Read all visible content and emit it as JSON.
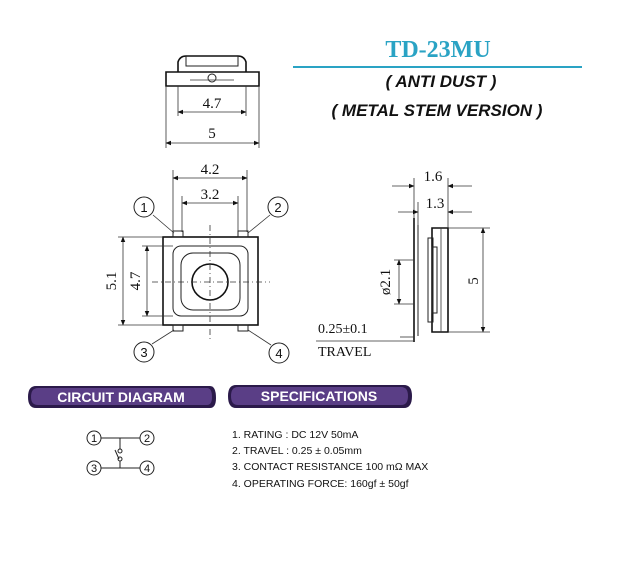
{
  "title": "TD-23MU",
  "subtitle1": "( ANTI DUST )",
  "subtitle2": "( METAL STEM VERSION )",
  "colors": {
    "title": "#2aa3c4",
    "badge_fill": "#5a3e86",
    "badge_edge": "#2b1a4a",
    "lines": "#222222"
  },
  "top_view": {
    "dim_inner": "4.7",
    "dim_outer": "5"
  },
  "front_view": {
    "dim_top_outer": "4.2",
    "dim_top_inner": "3.2",
    "dim_left_outer": "5.1",
    "dim_left_inner": "4.7",
    "pins": [
      "1",
      "2",
      "3",
      "4"
    ]
  },
  "side_view": {
    "dim_top1": "1.6",
    "dim_top2": "1.3",
    "dim_diameter": "ø2.1",
    "dim_height": "5",
    "travel_value": "0.25±0.1",
    "travel_label": "TRAVEL"
  },
  "circuit": {
    "heading": "CIRCUIT DIAGRAM",
    "pins": [
      "1",
      "2",
      "3",
      "4"
    ]
  },
  "specs": {
    "heading": "SPECIFICATIONS",
    "items": [
      "1. RATING : DC 12V 50mA",
      "2. TRAVEL : 0.25 ± 0.05mm",
      "3. CONTACT RESISTANCE 100 mΩ MAX",
      "4. OPERATING FORCE: 160gf ± 50gf"
    ]
  }
}
